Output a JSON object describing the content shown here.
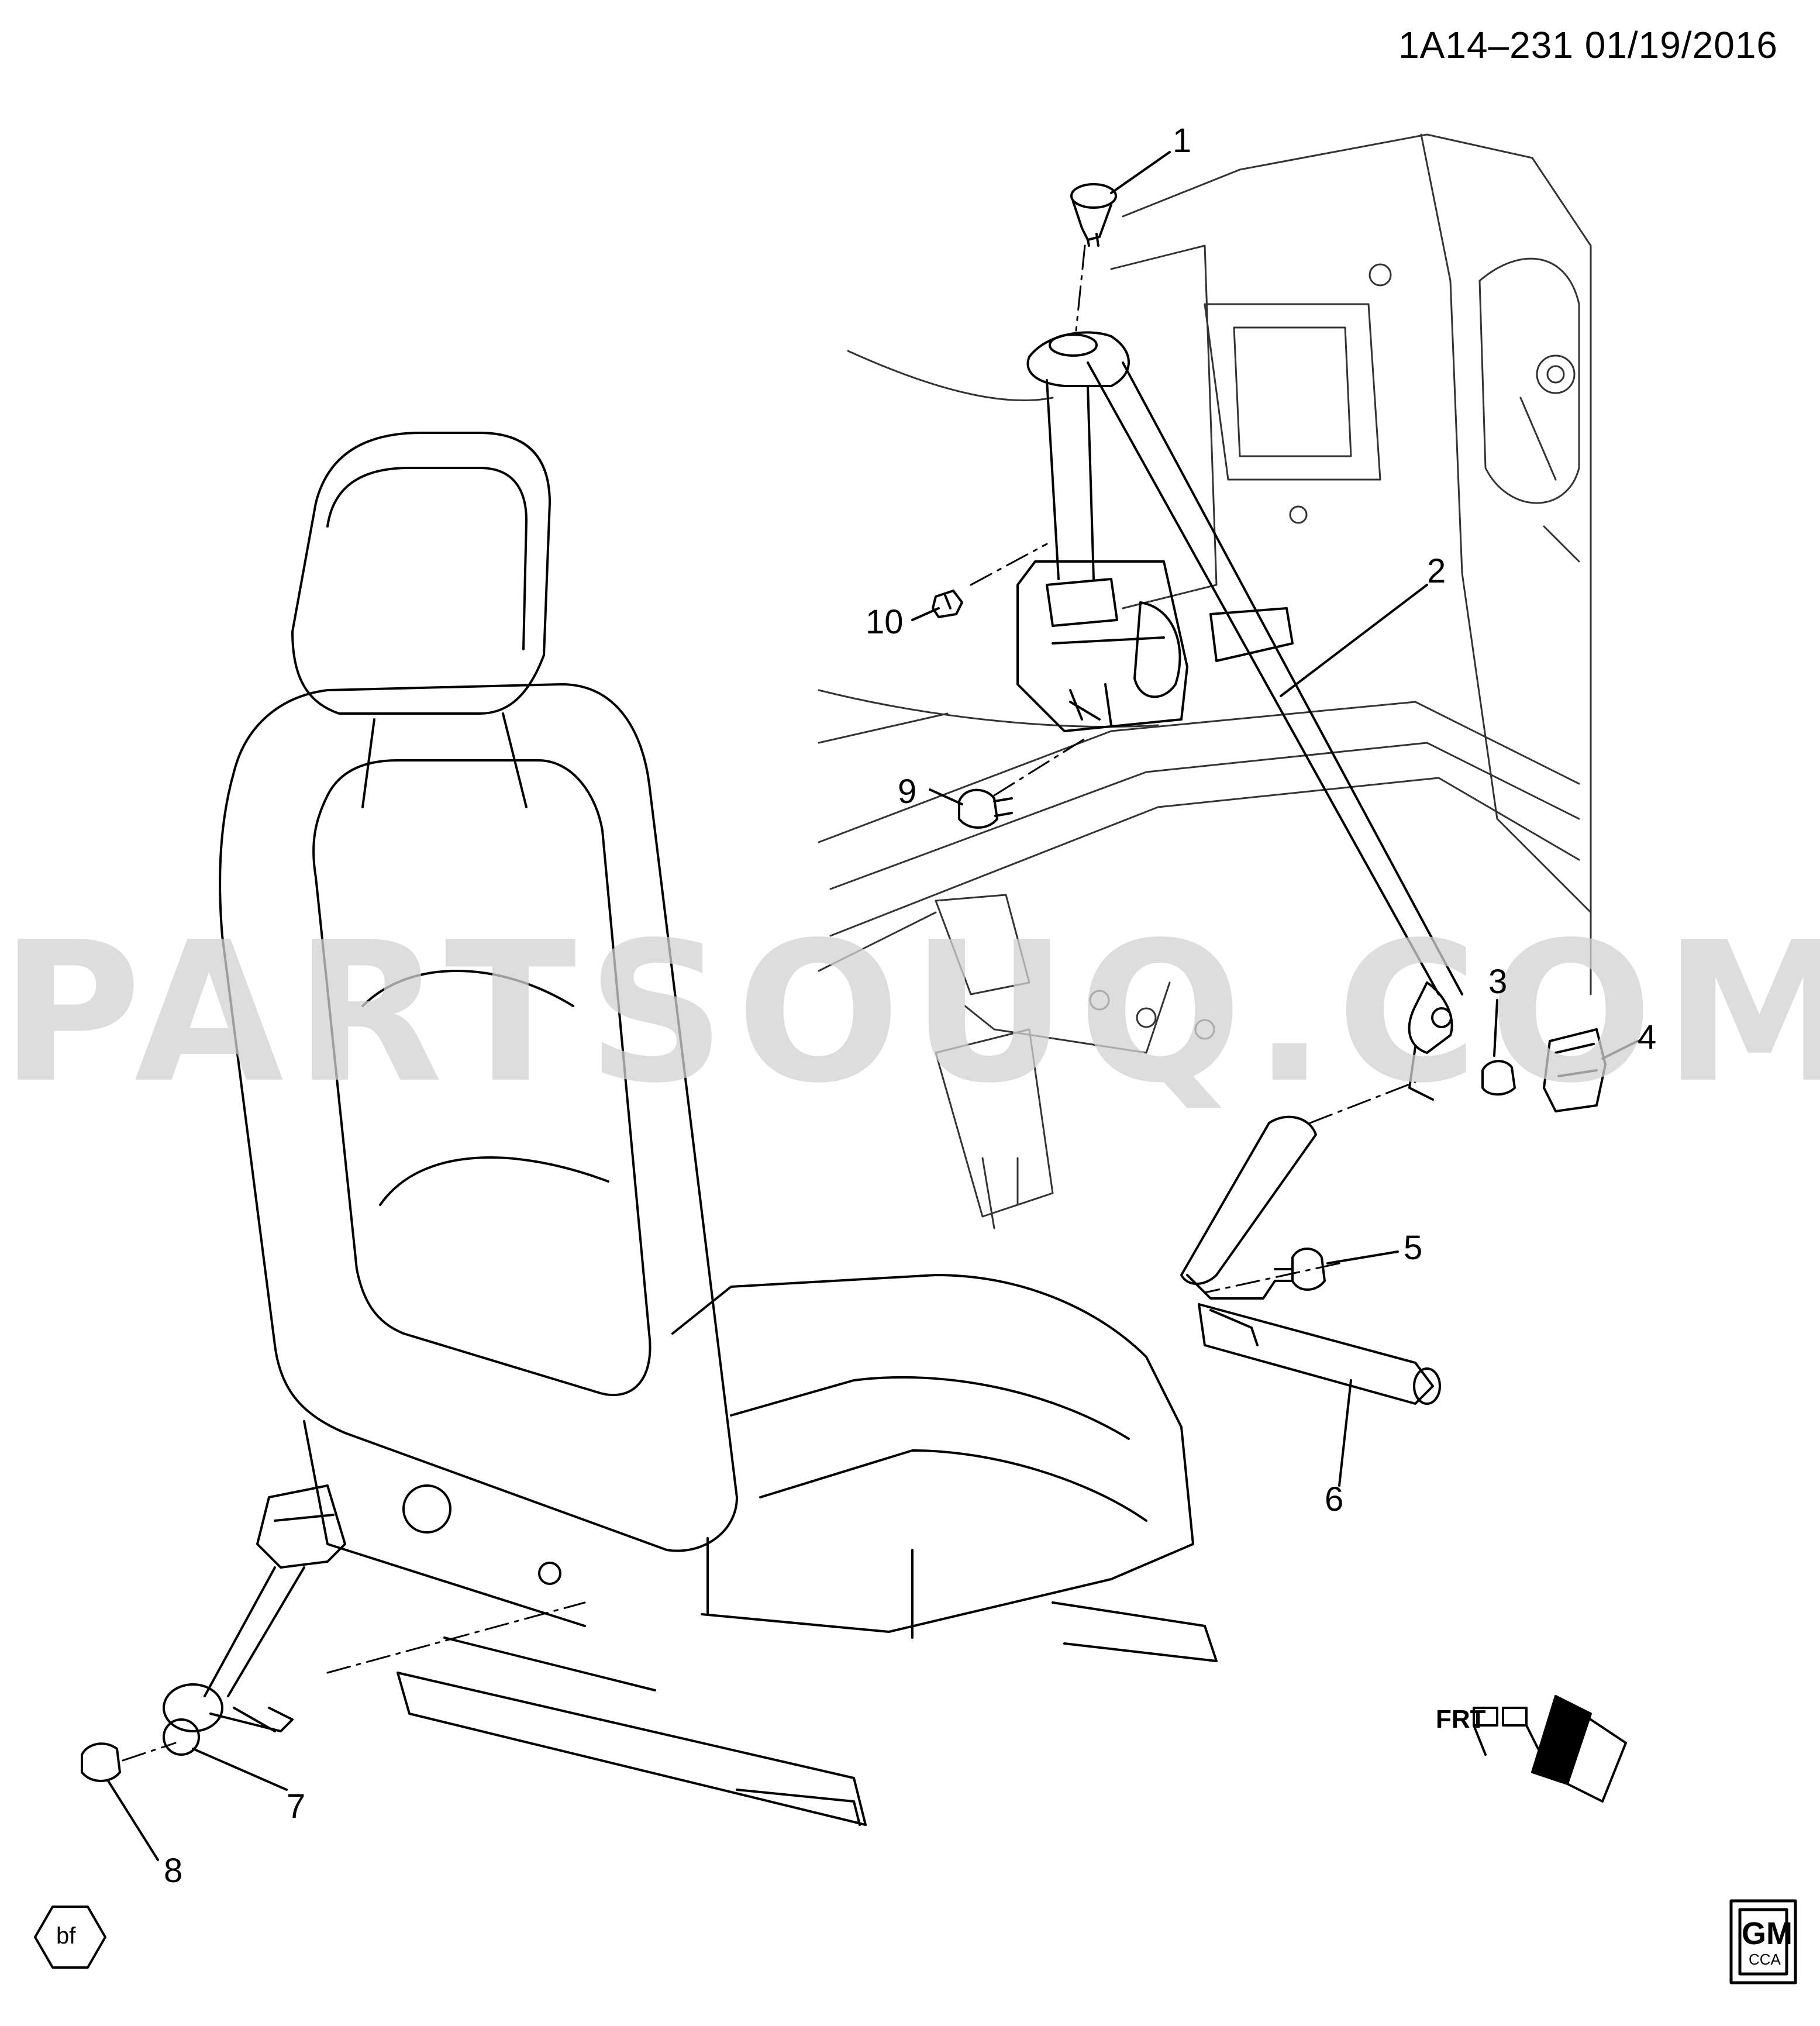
{
  "header": {
    "ref": "1A14–231  01/19/2016"
  },
  "callouts": {
    "c1": "1",
    "c2": "2",
    "c3": "3",
    "c4": "4",
    "c5": "5",
    "c6": "6",
    "c7": "7",
    "c8": "8",
    "c9": "9",
    "c10": "10"
  },
  "watermark": {
    "text": "PARTSOUQ.COM"
  },
  "footer": {
    "left_tag": "bf",
    "right_logo": "GM",
    "right_logo_sub": "CCA"
  },
  "orientation": {
    "label": "FRT"
  },
  "colors": {
    "line": "#000000",
    "watermark": "#d2d2d2",
    "background": "#ffffff"
  }
}
